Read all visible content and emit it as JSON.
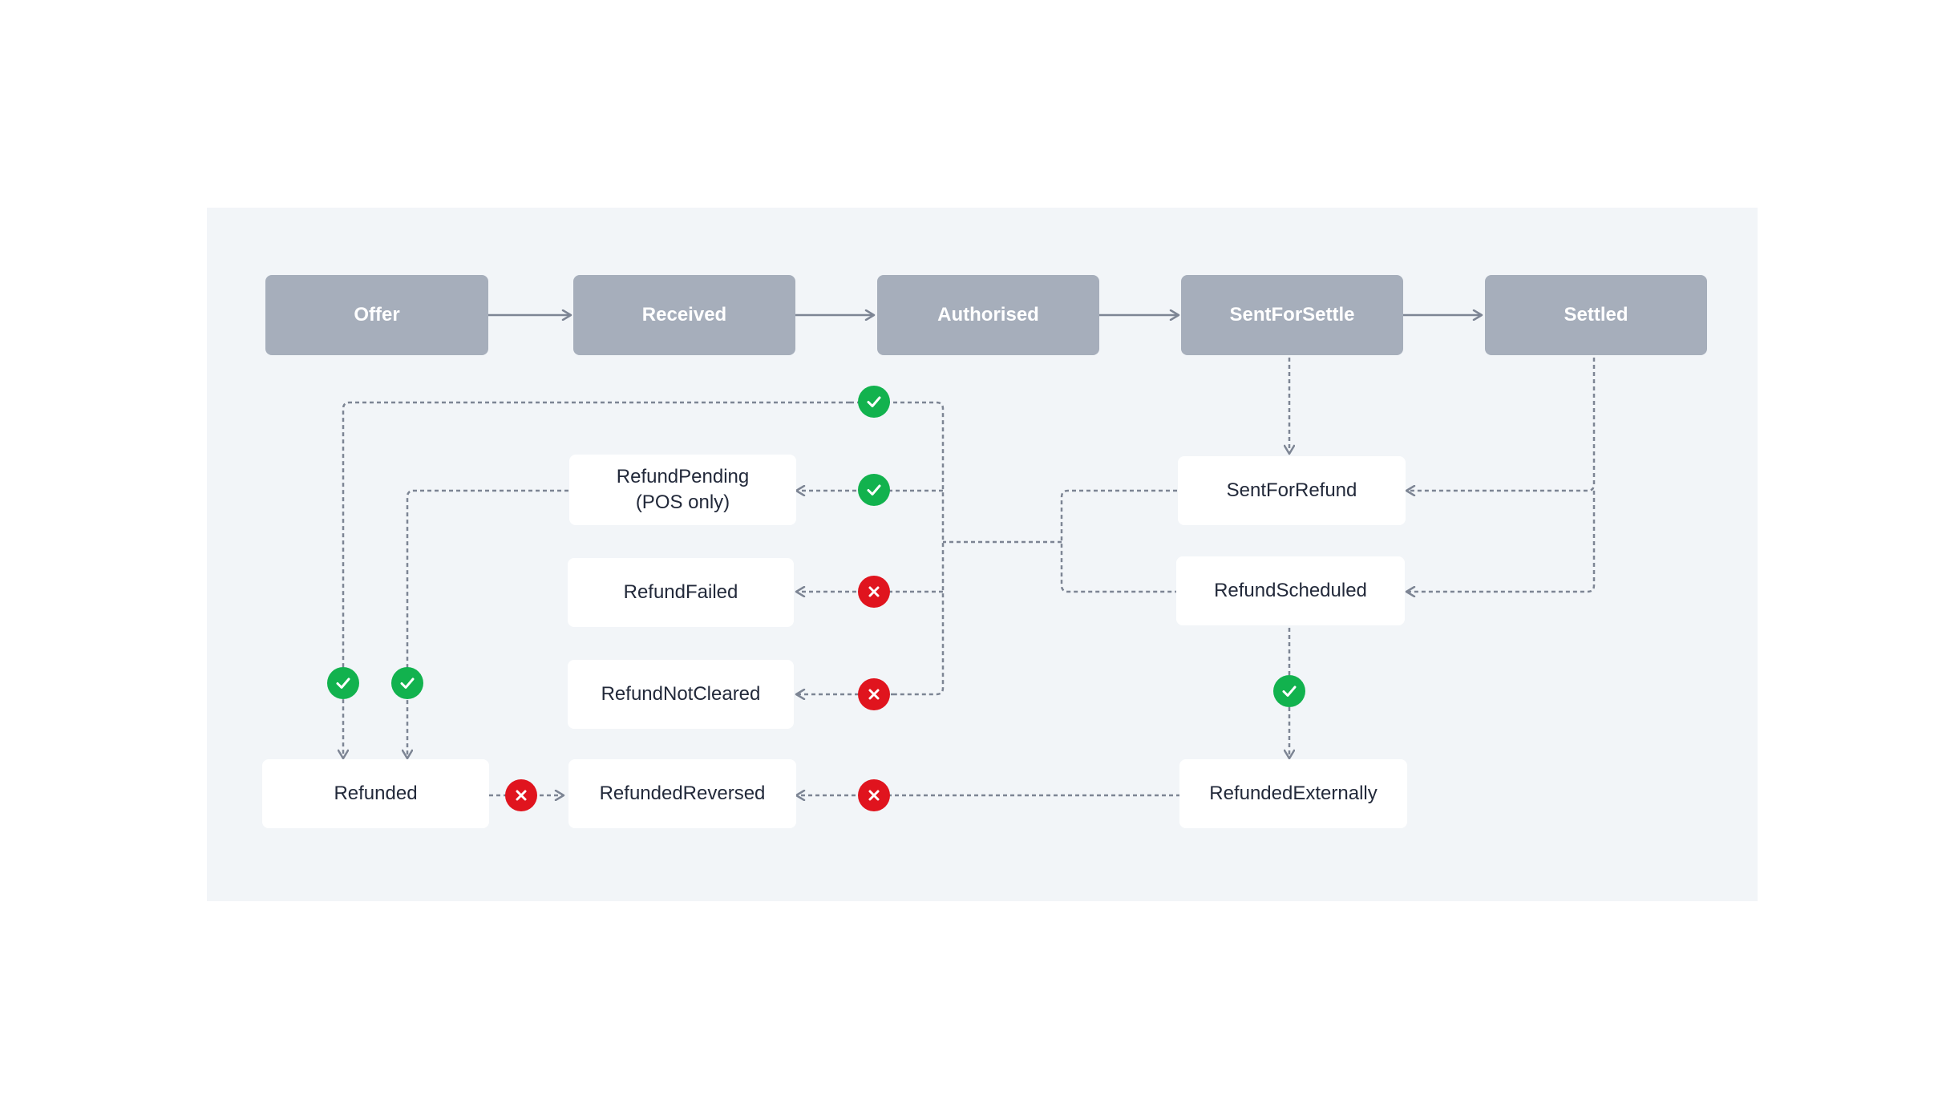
{
  "main_states": [
    {
      "id": "offer",
      "label": "Offer"
    },
    {
      "id": "received",
      "label": "Received"
    },
    {
      "id": "authorised",
      "label": "Authorised"
    },
    {
      "id": "sentforsettle",
      "label": "SentForSettle"
    },
    {
      "id": "settled",
      "label": "Settled"
    }
  ],
  "refund_states": {
    "refund_pending": {
      "line1": "RefundPending",
      "line2": "(POS only)"
    },
    "refund_failed": "RefundFailed",
    "refund_not_cleared": "RefundNotCleared",
    "refunded": "Refunded",
    "refunded_reversed": "RefundedReversed",
    "sent_for_refund": "SentForRefund",
    "refund_scheduled": "RefundScheduled",
    "refunded_externally": "RefundedExternally"
  },
  "colors": {
    "canvas_bg": "#f2f5f8",
    "main_node": "#a6aebb",
    "sub_node": "#ffffff",
    "edge": "#7d8594",
    "success": "#12b24e",
    "failure": "#e0141e"
  },
  "icons": {
    "success": "checkmark-icon",
    "failure": "cross-icon"
  }
}
